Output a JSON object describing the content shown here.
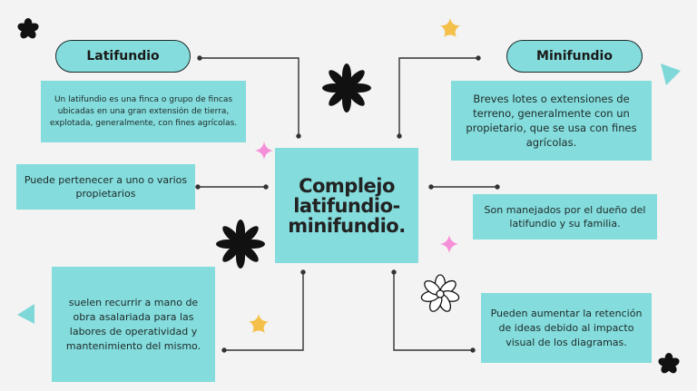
{
  "center": {
    "title": "Complejo latifundio-minifundio."
  },
  "latifundio": {
    "label": "Latifundio",
    "definition": "Un latifundio es una finca o grupo de fincas ubicadas en una gran extensión de tierra, explotada, generalmente, con fines agrícolas.",
    "owners": "Puede pertenecer a uno o varios propietarios",
    "labor": "suelen recurrir a mano de obra asalariada para las labores de operatividad y mantenimiento del mismo."
  },
  "minifundio": {
    "label": "Minifundio",
    "definition": "Breves lotes o extensiones de terreno, generalmente con un propietario, que se usa con fines agrícolas.",
    "managed": "Son manejados por el dueño del latifundio y su familia."
  },
  "note": {
    "text": "Pueden aumentar la retención de ideas debido al impacto visual de los diagramas."
  },
  "colors": {
    "box": "#84dcdc",
    "background": "#f3f3f3",
    "star": "#f4c04a",
    "sparkle": "#f58fd8",
    "triangle": "#7fd8d8",
    "flower": "#111111"
  }
}
